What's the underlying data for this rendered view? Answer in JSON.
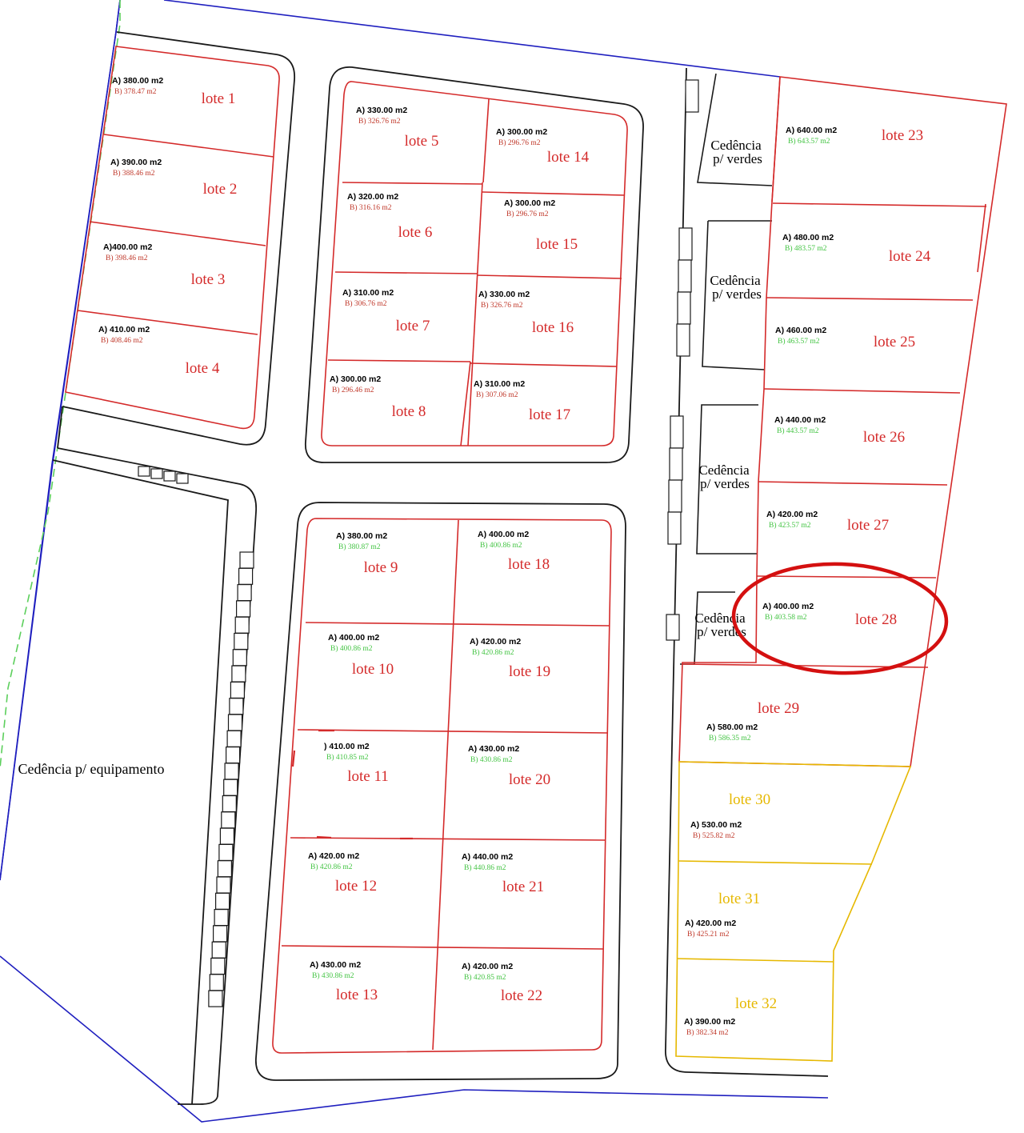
{
  "colors": {
    "lot_red": "#d42a2a",
    "lot_yellow": "#e6b800",
    "area_b_red": "#c0392b",
    "area_b_green": "#44c444",
    "boundary_blue": "#1f1fbf",
    "boundary_green_dashed": "#5ccf5c",
    "street_black": "#1a1a1a",
    "highlight_circle": "#d41010"
  },
  "lotes": {
    "l1": {
      "name": "lote 1",
      "area_a": "A)  380.00  m2",
      "area_b": "B) 378.47 m2",
      "status": "red"
    },
    "l2": {
      "name": "lote 2",
      "area_a": "A)  390.00  m2",
      "area_b": "B) 388.46 m2",
      "status": "red"
    },
    "l3": {
      "name": "lote 3",
      "area_a": "A)400.00  m2",
      "area_b": "B) 398.46 m2",
      "status": "red"
    },
    "l4": {
      "name": "lote 4",
      "area_a": "A)  410.00  m2",
      "area_b": "B) 408.46 m2",
      "status": "red"
    },
    "l5": {
      "name": "lote 5",
      "area_a": "A)  330.00  m2",
      "area_b": "B) 326.76 m2",
      "status": "red"
    },
    "l6": {
      "name": "lote 6",
      "area_a": "A)  320.00  m2",
      "area_b": "B) 316.16 m2",
      "status": "red"
    },
    "l7": {
      "name": "lote 7",
      "area_a": "A)  310.00  m2",
      "area_b": "B) 306.76 m2",
      "status": "red"
    },
    "l8": {
      "name": "lote 8",
      "area_a": "A)  300.00  m2",
      "area_b": "B) 296.46 m2",
      "status": "red"
    },
    "l9": {
      "name": "lote 9",
      "area_a": "A)  380.00  m2",
      "area_b": "B) 380.87 m2",
      "status": "green"
    },
    "l10": {
      "name": "lote 10",
      "area_a": "A)  400.00  m2",
      "area_b": "B) 400.86 m2",
      "status": "green"
    },
    "l11": {
      "name": "lote 11",
      "area_a": ")  410.00  m2",
      "area_b": "B) 410.85 m2",
      "status": "green"
    },
    "l12": {
      "name": "lote 12",
      "area_a": "A)  420.00  m2",
      "area_b": "B) 420.86 m2",
      "status": "green"
    },
    "l13": {
      "name": "lote 13",
      "area_a": "A)  430.00  m2",
      "area_b": "B) 430.86 m2",
      "status": "green"
    },
    "l14": {
      "name": "lote 14",
      "area_a": "A)  300.00  m2",
      "area_b": "B) 296.76 m2",
      "status": "red"
    },
    "l15": {
      "name": "lote 15",
      "area_a": "A)  300.00  m2",
      "area_b": "B) 296.76 m2",
      "status": "red"
    },
    "l16": {
      "name": "lote 16",
      "area_a": "A)  330.00  m2",
      "area_b": "B) 326.76 m2",
      "status": "red"
    },
    "l17": {
      "name": "lote 17",
      "area_a": "A)  310.00  m2",
      "area_b": "B) 307.06 m2",
      "status": "red"
    },
    "l18": {
      "name": "lote 18",
      "area_a": "A)  400.00  m2",
      "area_b": "B) 400.86 m2",
      "status": "green"
    },
    "l19": {
      "name": "lote 19",
      "area_a": "A)  420.00  m2",
      "area_b": "B) 420.86 m2",
      "status": "green"
    },
    "l20": {
      "name": "lote 20",
      "area_a": "A)  430.00  m2",
      "area_b": "B) 430.86 m2",
      "status": "green"
    },
    "l21": {
      "name": "lote 21",
      "area_a": "A)  440.00  m2",
      "area_b": "B) 440.86 m2",
      "status": "green"
    },
    "l22": {
      "name": "lote 22",
      "area_a": "A)  420.00  m2",
      "area_b": "B) 420.85 m2",
      "status": "green"
    },
    "l23": {
      "name": "lote 23",
      "area_a": "A)  640.00  m2",
      "area_b": "B) 643.57 m2",
      "status": "green"
    },
    "l24": {
      "name": "lote 24",
      "area_a": "A)  480.00  m2",
      "area_b": "B) 483.57 m2",
      "status": "green"
    },
    "l25": {
      "name": "lote 25",
      "area_a": "A)  460.00  m2",
      "area_b": "B) 463.57 m2",
      "status": "green"
    },
    "l26": {
      "name": "lote 26",
      "area_a": "A)  440.00  m2",
      "area_b": "B) 443.57 m2",
      "status": "green"
    },
    "l27": {
      "name": "lote 27",
      "area_a": "A)  420.00  m2",
      "area_b": "B) 423.57 m2",
      "status": "green"
    },
    "l28": {
      "name": "lote 28",
      "area_a": "A)  400.00  m2",
      "area_b": "B) 403.58 m2",
      "status": "green"
    },
    "l29": {
      "name": "lote 29",
      "area_a": "A)  580.00  m2",
      "area_b": "B) 586.35 m2",
      "status": "green"
    },
    "l30": {
      "name": "lote 30",
      "area_a": "A)  530.00  m2",
      "area_b": "B) 525.82 m2",
      "status": "yellow"
    },
    "l31": {
      "name": "lote 31",
      "area_a": "A)  420.00  m2",
      "area_b": "B) 425.21 m2",
      "status": "yellow"
    },
    "l32": {
      "name": "lote 32",
      "area_a": "A)  390.00  m2",
      "area_b": "B) 382.34 m2",
      "status": "yellow"
    }
  },
  "cedencias": {
    "c1": {
      "line1": "Cedência",
      "line2": "p/ verdes"
    },
    "c2": {
      "line1": "Cedência",
      "line2": "p/ verdes"
    },
    "c3": {
      "line1": "Cedência",
      "line2": "p/ verdes"
    },
    "c4": {
      "line1": "Cedência",
      "line2": "p/ verdes"
    }
  },
  "equipamento": {
    "label": "Cedência p/ equipamento"
  }
}
